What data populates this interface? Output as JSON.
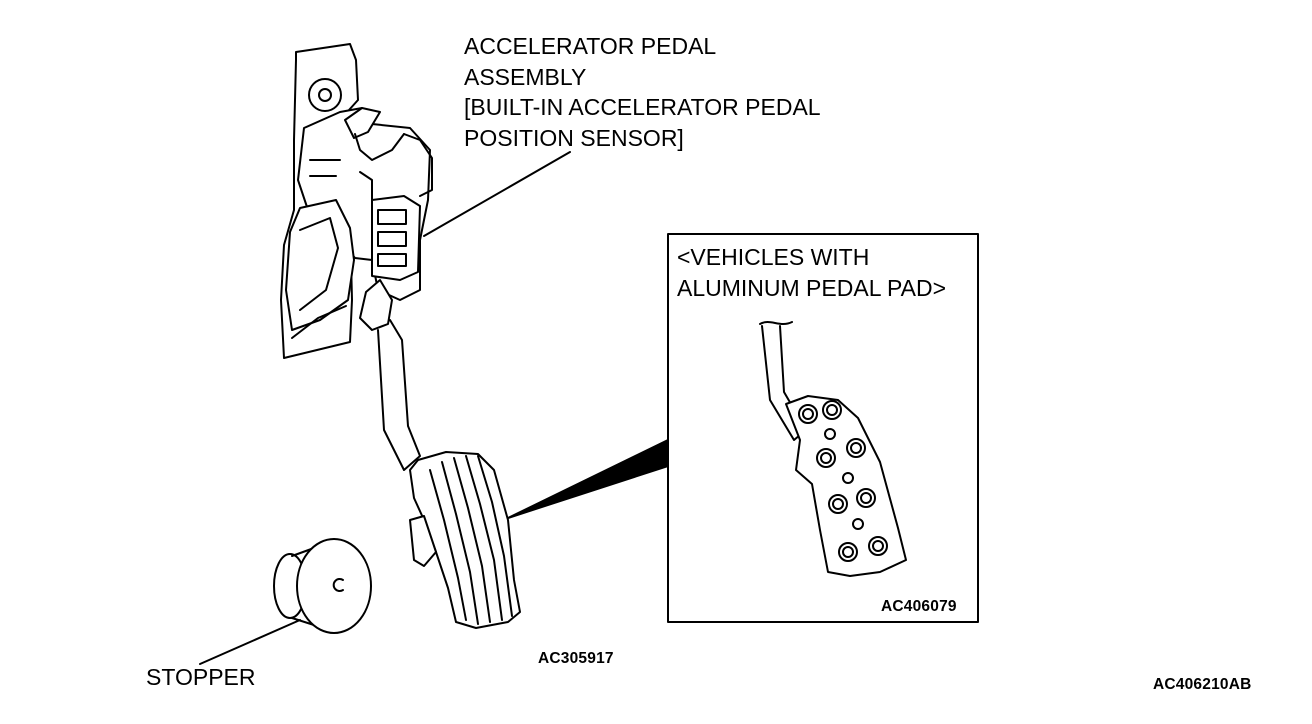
{
  "callouts": {
    "assembly": [
      "ACCELERATOR PEDAL",
      "ASSEMBLY",
      "[BUILT-IN ACCELERATOR PEDAL",
      "POSITION SENSOR]"
    ],
    "stopper": "STOPPER"
  },
  "inset": {
    "title": [
      "<VEHICLES WITH",
      "ALUMINUM PEDAL PAD>"
    ],
    "code": "AC406079"
  },
  "codes": {
    "main_figure": "AC305917",
    "page": "AC406210AB"
  }
}
